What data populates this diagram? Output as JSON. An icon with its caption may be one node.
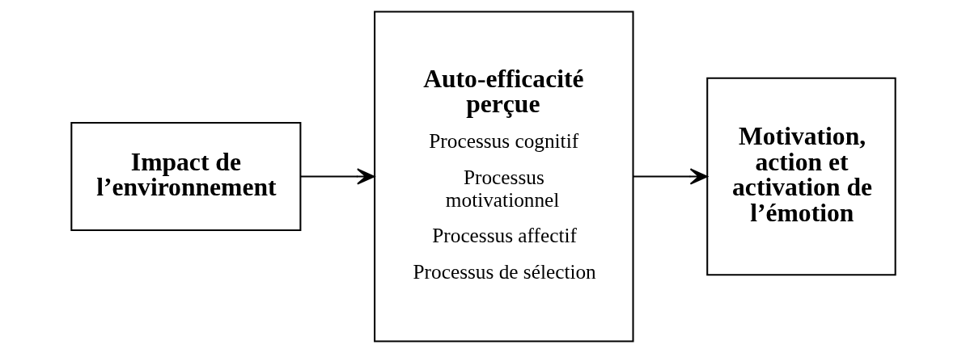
{
  "diagram": {
    "nodes": [
      {
        "text": [
          "Impact de l’environnement"
        ]
      },
      {
        "text": [
          "Auto-efficacité perçue",
          "Processus cognitif",
          "Processus motivationnel",
          "Processus affectif",
          "Processus de sélection"
        ]
      },
      {
        "text": [
          "Motivation, action et activation de l’émotion"
        ]
      }
    ],
    "edges": [
      {
        "from": 0,
        "to": 1,
        "arrow": "to"
      },
      {
        "from": 1,
        "to": 2,
        "arrow": "to"
      }
    ]
  }
}
